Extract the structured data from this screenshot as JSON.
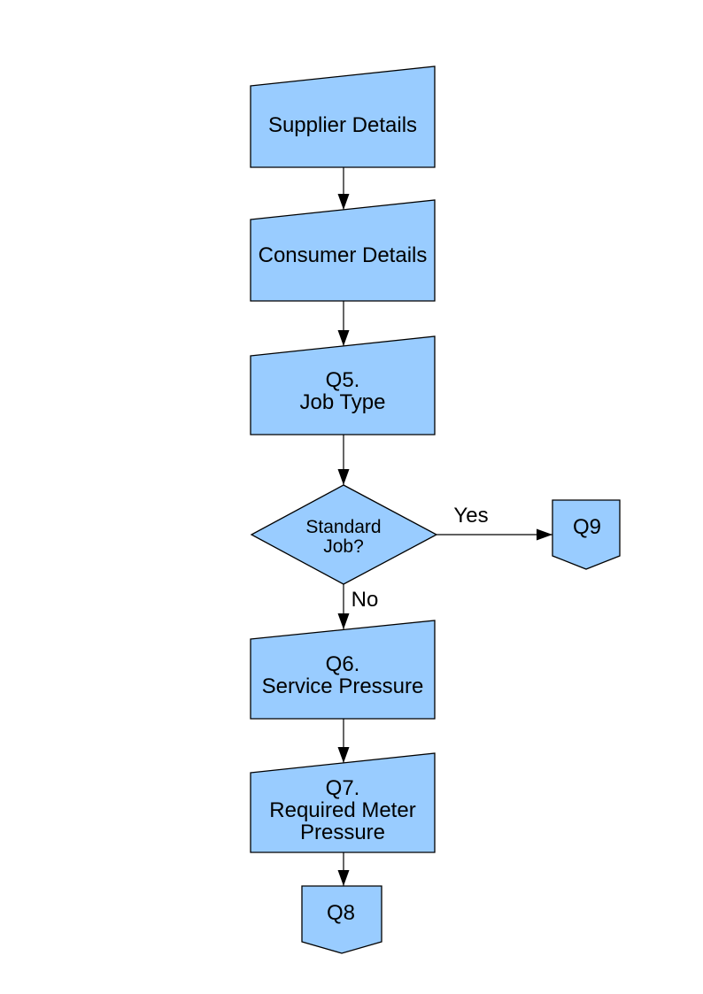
{
  "colors": {
    "page_background": "#FFFFFF",
    "shape_fill": "#99CCFF",
    "shape_stroke": "#000000",
    "connector": "#000000",
    "text": "#000000"
  },
  "nodes": {
    "supplier": {
      "shape": "manual-input",
      "lines": [
        "Supplier Details"
      ]
    },
    "consumer": {
      "shape": "manual-input",
      "lines": [
        "Consumer Details"
      ]
    },
    "q5": {
      "shape": "manual-input",
      "lines": [
        "Q5.",
        "Job Type"
      ]
    },
    "standard_job": {
      "shape": "decision",
      "lines": [
        "Standard",
        "Job?"
      ]
    },
    "q9": {
      "shape": "off-page-connector",
      "lines": [
        "Q9"
      ]
    },
    "q6": {
      "shape": "manual-input",
      "lines": [
        "Q6.",
        "Service Pressure"
      ]
    },
    "q7": {
      "shape": "manual-input",
      "lines": [
        "Q7.",
        "Required Meter",
        "Pressure"
      ]
    },
    "q8": {
      "shape": "off-page-connector",
      "lines": [
        "Q8"
      ]
    }
  },
  "edges": {
    "yes_label": "Yes",
    "no_label": "No"
  }
}
